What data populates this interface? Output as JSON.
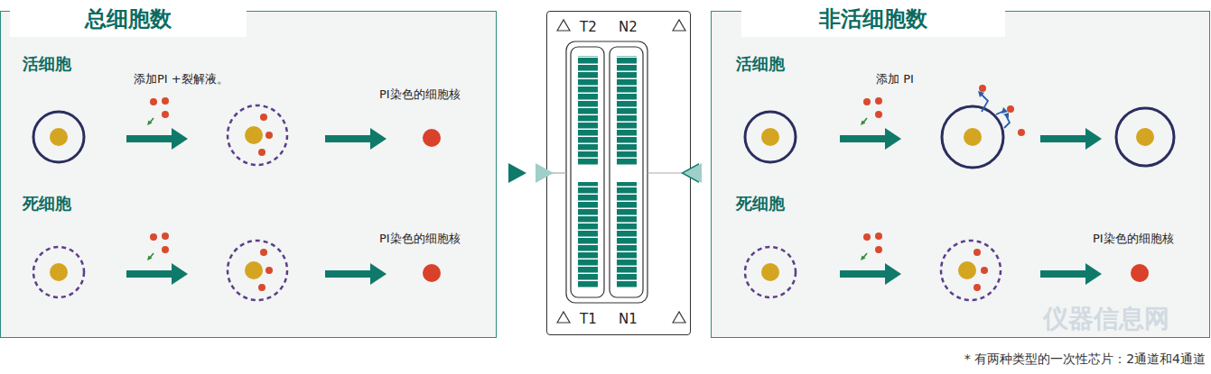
{
  "diagram": {
    "caption": "* 有两种类型的一次性芯片：2通道和4通道",
    "nodes": [
      {
        "text": [
          "总细胞数"
        ]
      },
      {
        "text": [
          "非活细胞数"
        ]
      },
      {
        "text": [
          "T2",
          "N2",
          "T1",
          "N1"
        ]
      }
    ],
    "edges": [
      {
        "from": 0,
        "to": 2,
        "arrow": "to"
      },
      {
        "from": 1,
        "to": 2,
        "arrow": "to"
      }
    ],
    "labels": [
      "活细胞",
      "添加PI +裂解液。",
      "PI染色的细胞核",
      "死细胞",
      "PI染色的细胞核",
      "活细胞",
      "添加 PI",
      "死细胞",
      "PI染色的细胞核",
      "仪器信息网"
    ]
  }
}
